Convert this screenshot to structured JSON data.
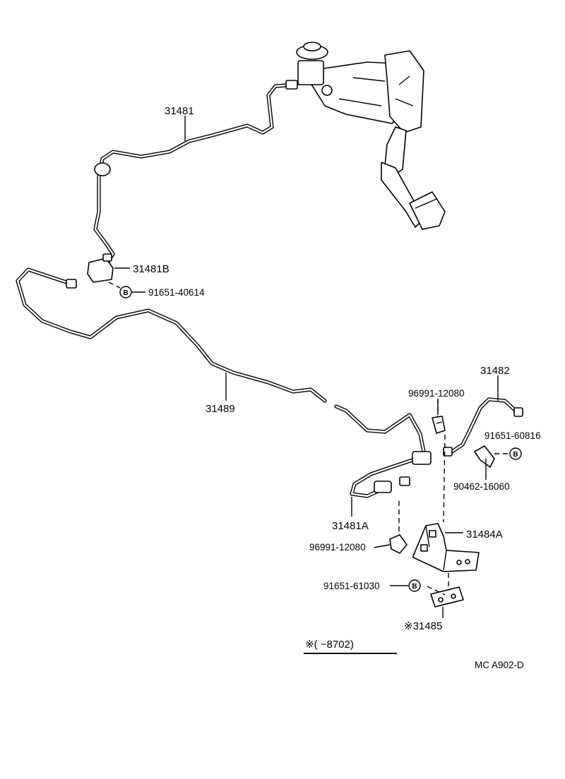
{
  "callouts": {
    "p31481": "31481",
    "p31481B": "31481B",
    "p91651_40614": "91651-40614",
    "p31489": "31489",
    "p31482": "31482",
    "p96991_12080_top": "96991-12080",
    "p91651_60816": "91651-60816",
    "p90462_16060": "90462-16060",
    "p31481A": "31481A",
    "p31484A": "31484A",
    "p96991_12080_bottom": "96991-12080",
    "p91651_61030": "91651-61030",
    "p31485": "※31485"
  },
  "bolt_marker": "B",
  "note": "※(        −8702)",
  "figure_code": "MC  A902-D"
}
